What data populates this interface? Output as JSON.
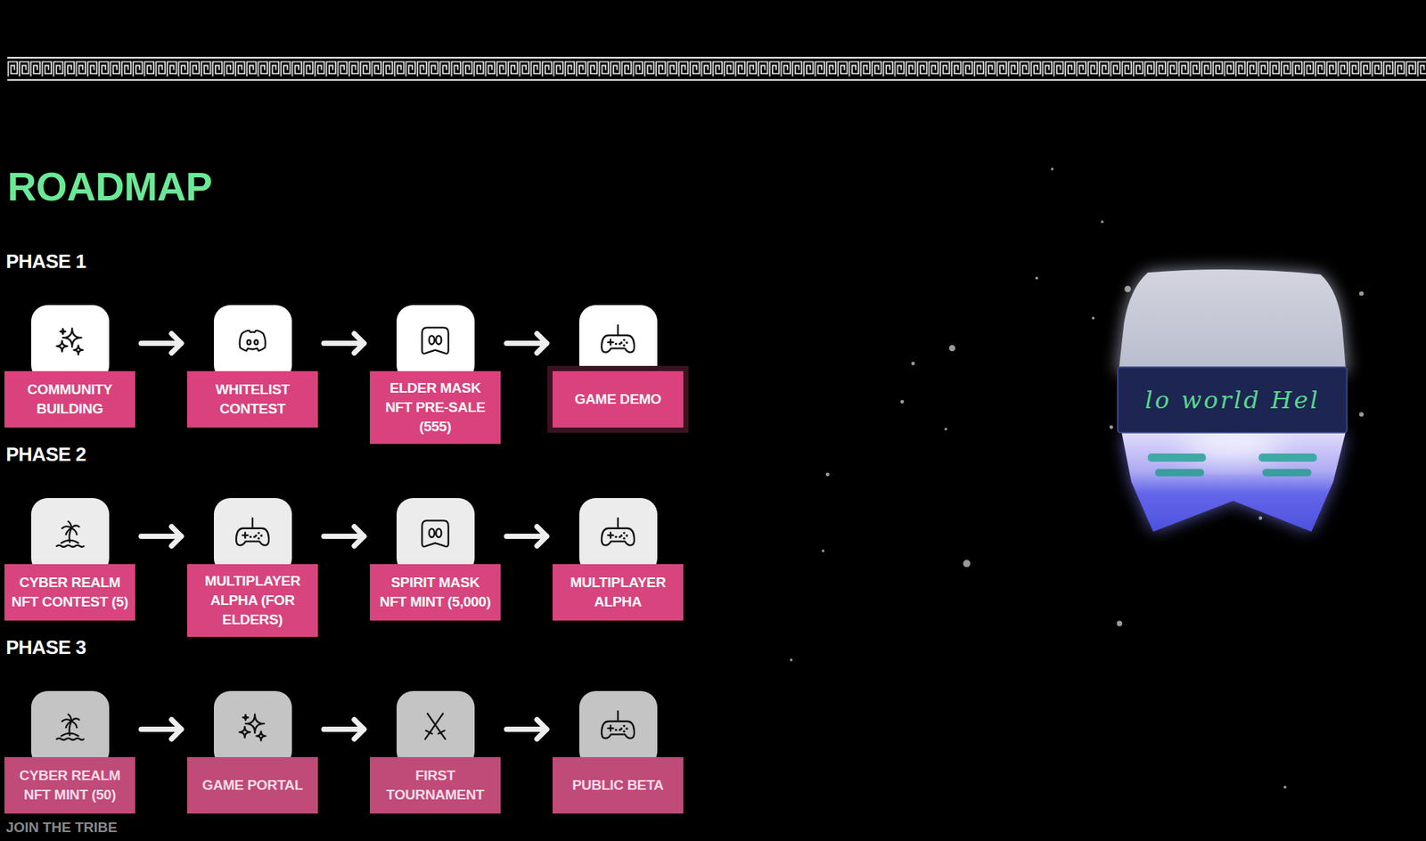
{
  "diagram": {
    "title": "ROADMAP",
    "nodes": [
      {
        "text": [
          "COMMUNITY BUILDING"
        ]
      },
      {
        "text": [
          "WHITELIST CONTEST"
        ]
      },
      {
        "text": [
          "ELDER MASK NFT PRE-SALE (555)"
        ]
      },
      {
        "text": [
          "GAME DEMO"
        ]
      },
      {
        "text": [
          "CYBER REALM NFT CONTEST (5)"
        ]
      },
      {
        "text": [
          "MULTIPLAYER ALPHA (FOR ELDERS)"
        ]
      },
      {
        "text": [
          "SPIRIT MASK NFT MINT (5,000)"
        ]
      },
      {
        "text": [
          "MULTIPLAYER ALPHA"
        ]
      },
      {
        "text": [
          "CYBER REALM NFT MINT (50)"
        ]
      },
      {
        "text": [
          "GAME PORTAL"
        ]
      },
      {
        "text": [
          "FIRST TOURNAMENT"
        ]
      },
      {
        "text": [
          "PUBLIC BETA"
        ]
      }
    ],
    "edges": [
      {
        "from": 0,
        "to": 1,
        "arrow": "to"
      },
      {
        "from": 1,
        "to": 2,
        "arrow": "to"
      },
      {
        "from": 2,
        "to": 3,
        "arrow": "to"
      },
      {
        "from": 4,
        "to": 5,
        "arrow": "to"
      },
      {
        "from": 5,
        "to": 6,
        "arrow": "to"
      },
      {
        "from": 6,
        "to": 7,
        "arrow": "to"
      },
      {
        "from": 8,
        "to": 9,
        "arrow": "to"
      },
      {
        "from": 9,
        "to": 10,
        "arrow": "to"
      },
      {
        "from": 10,
        "to": 11,
        "arrow": "to"
      }
    ],
    "labels": [
      "PHASE 1",
      "PHASE 2",
      "PHASE 3",
      "JOIN THE TRIBE",
      "lo world Hel"
    ]
  }
}
